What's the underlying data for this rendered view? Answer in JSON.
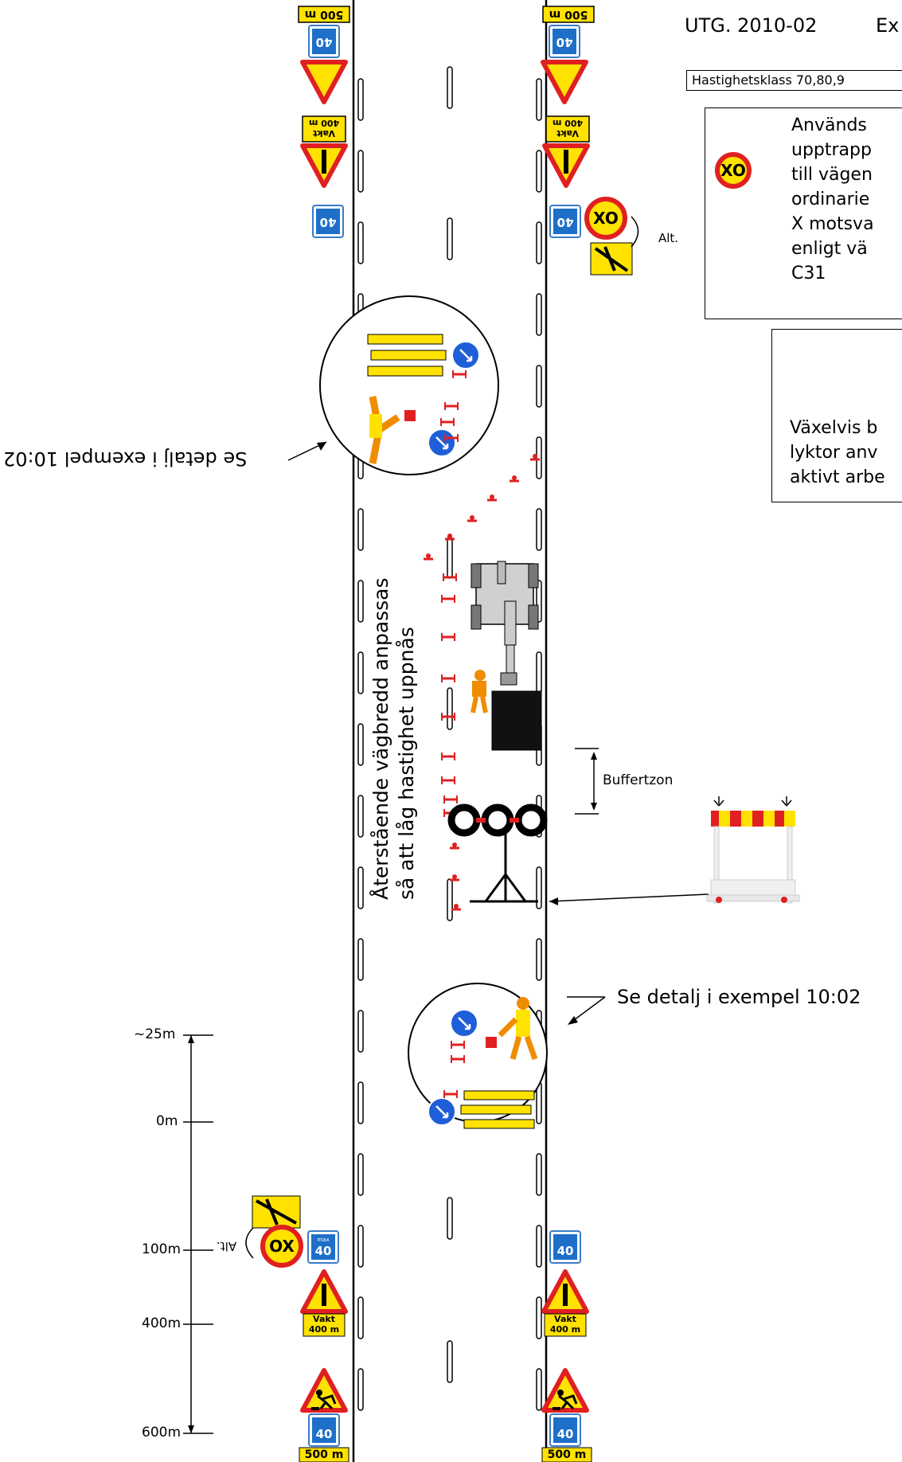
{
  "header": {
    "edition": "UTG. 2010-02",
    "example_partial": "Ex",
    "speed_class": "Hastighetsklass 70,80,9"
  },
  "info_box_1": {
    "lines": [
      "Används",
      "upptrapp",
      "till vägen",
      "ordinarie",
      "X motsva",
      "enligt vä",
      "C31"
    ],
    "sign_text": "XO"
  },
  "info_box_2": {
    "lines": [
      "Växelvis b",
      "lyktor anv",
      "aktivt arbe"
    ]
  },
  "labels": {
    "detail_top": "Se detalj i exempel 10:02",
    "detail_bottom": "Se detalj i exempel 10:02",
    "alt_top": "Alt.",
    "alt_bottom": "Alt.",
    "buffer_zone": "Buffertzon",
    "road_width_line1": "Återstående vägbredd anpassas",
    "road_width_line2": "så att låg hastighet uppnås"
  },
  "signs": {
    "dist_500": "500 m",
    "dist_400": "400 m",
    "vakt": "Vakt",
    "speed": "40",
    "speed_max": "max",
    "xo": "XO",
    "ox": "OX"
  },
  "scale": {
    "marks": [
      "~25m",
      "0m",
      "100m",
      "400m",
      "600m"
    ]
  },
  "colors": {
    "yellow": "#ffe200",
    "red": "#e02020",
    "blue": "#1e6fc8",
    "orange": "#f08c00"
  }
}
